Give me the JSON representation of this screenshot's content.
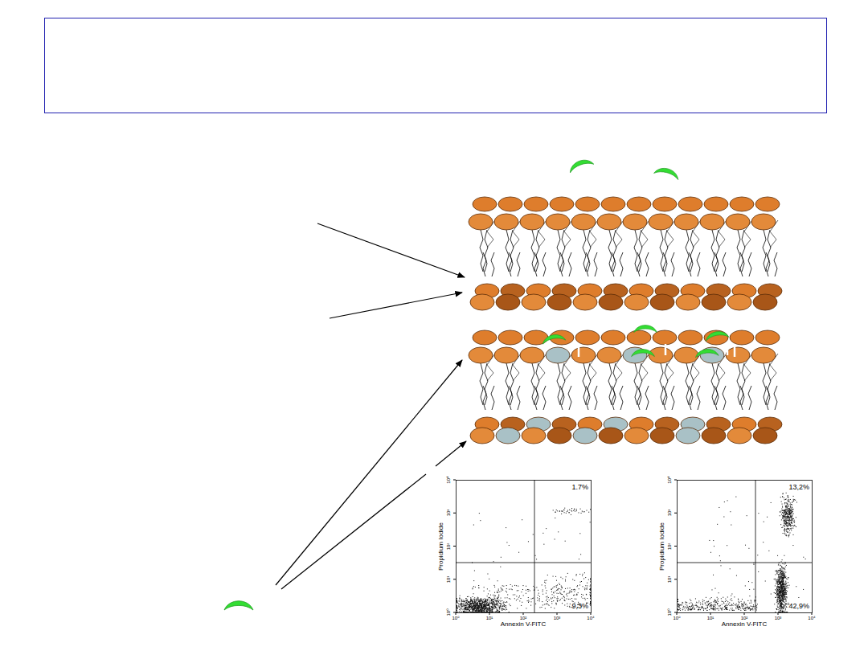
{
  "diagram": {
    "labels": [
      "1.7%",
      "9,3%",
      "Propidium Iodide",
      "Annexin V-FITC",
      "10⁰",
      "10¹",
      "10²",
      "10³",
      "10⁴",
      "10⁰",
      "10¹",
      "10²",
      "10³",
      "10⁴",
      "13,2%",
      "42,9%",
      "Propidium Iodide",
      "Annexin V-FITC",
      "10⁰",
      "10¹",
      "10²",
      "10³",
      "10⁴",
      "10⁰",
      "10¹",
      "10²",
      "10³",
      "10⁴"
    ]
  }
}
